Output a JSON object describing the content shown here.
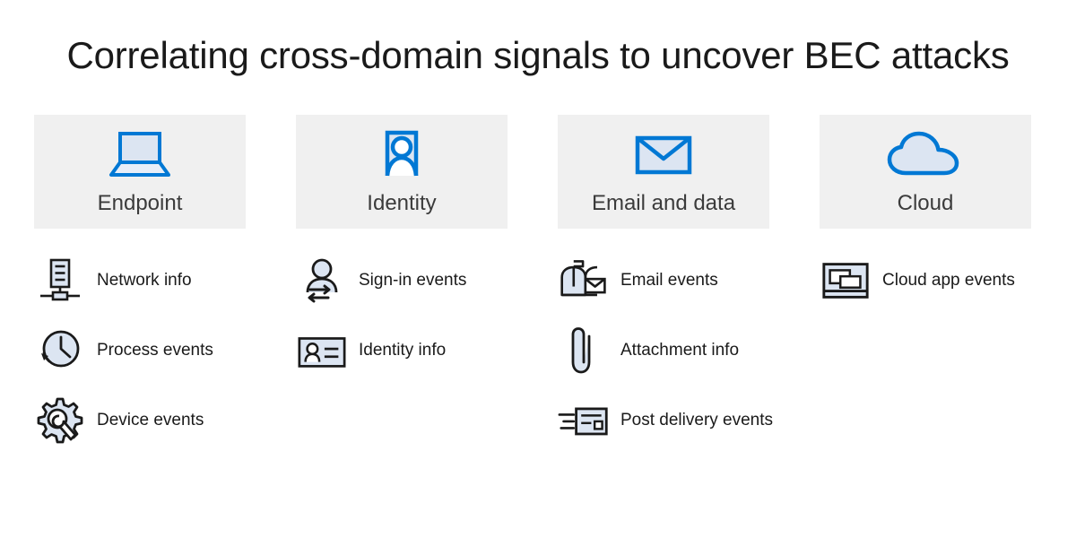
{
  "title": "Correlating cross-domain signals to uncover BEC attacks",
  "colors": {
    "background": "#ffffff",
    "card_background": "#f0f0f0",
    "accent_blue": "#0078d4",
    "icon_fill_light": "#dce5f2",
    "icon_outline_dark": "#1a1a1a",
    "title_text": "#1a1a1a",
    "card_label_text": "#3b3b3b"
  },
  "columns": [
    {
      "id": "endpoint",
      "header": {
        "label": "Endpoint",
        "icon": "laptop-icon"
      },
      "items": [
        {
          "label": "Network info",
          "icon": "server-network-icon"
        },
        {
          "label": "Process events",
          "icon": "clock-history-icon"
        },
        {
          "label": "Device events",
          "icon": "gear-wrench-icon"
        }
      ]
    },
    {
      "id": "identity",
      "header": {
        "label": "Identity",
        "icon": "person-frame-icon"
      },
      "items": [
        {
          "label": "Sign-in events",
          "icon": "person-exchange-icon"
        },
        {
          "label": "Identity info",
          "icon": "id-card-icon"
        }
      ]
    },
    {
      "id": "email-and-data",
      "header": {
        "label": "Email and data",
        "icon": "envelope-icon"
      },
      "items": [
        {
          "label": "Email events",
          "icon": "mailbox-icon"
        },
        {
          "label": "Attachment info",
          "icon": "paperclip-icon"
        },
        {
          "label": "Post delivery events",
          "icon": "message-motion-icon"
        }
      ]
    },
    {
      "id": "cloud",
      "header": {
        "label": "Cloud",
        "icon": "cloud-icon"
      },
      "items": [
        {
          "label": "Cloud app events",
          "icon": "app-windows-icon"
        }
      ]
    }
  ]
}
